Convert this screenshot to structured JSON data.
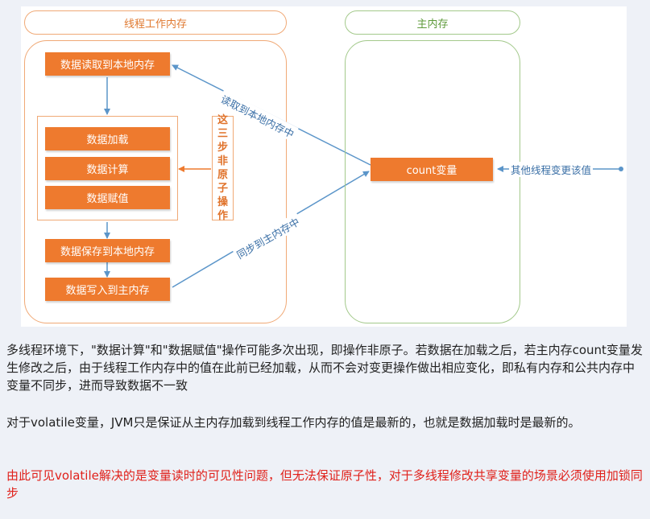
{
  "diagram": {
    "left_title": "线程工作内存",
    "right_title": "主内存",
    "steps": {
      "read": "数据读取到本地内存",
      "load": "数据加载",
      "compute": "数据计算",
      "assign": "数据赋值",
      "save": "数据保存到本地内存",
      "write": "数据写入到主内存"
    },
    "note_chars": [
      "这",
      "三",
      "步",
      "非",
      "原",
      "子",
      "操",
      "作"
    ],
    "main_var": "count变量",
    "arrow_read_label": "读取到本地内存中",
    "arrow_sync_label": "同步到主内存中",
    "arrow_other_label": "其他线程变更该值"
  },
  "text": {
    "p1": "多线程环境下，\"数据计算\"和\"数据赋值\"操作可能多次出现，即操作非原子。若数据在加载之后，若主内存count变量发生修改之后，由于线程工作内存中的值在此前已经加载，从而不会对变更操作做出相应变化，即私有内存和公共内存中变量不同步，进而导致数据不一致",
    "p2": "对于volatile变量，JVM只是保证从主内存加载到线程工作内存的值是最新的，也就是数据加载时是最新的。",
    "p3": "由此可见volatile解决的是变量读时的可见性问题，但无法保证原子性，对于多线程修改共享变量的场景必须使用加锁同步"
  },
  "colors": {
    "orange": "#ee7a2e",
    "orange_border": "#f0a976",
    "green_border": "#a3c98b",
    "arrow_blue": "#5b95c9",
    "red_text": "#e0201a"
  }
}
